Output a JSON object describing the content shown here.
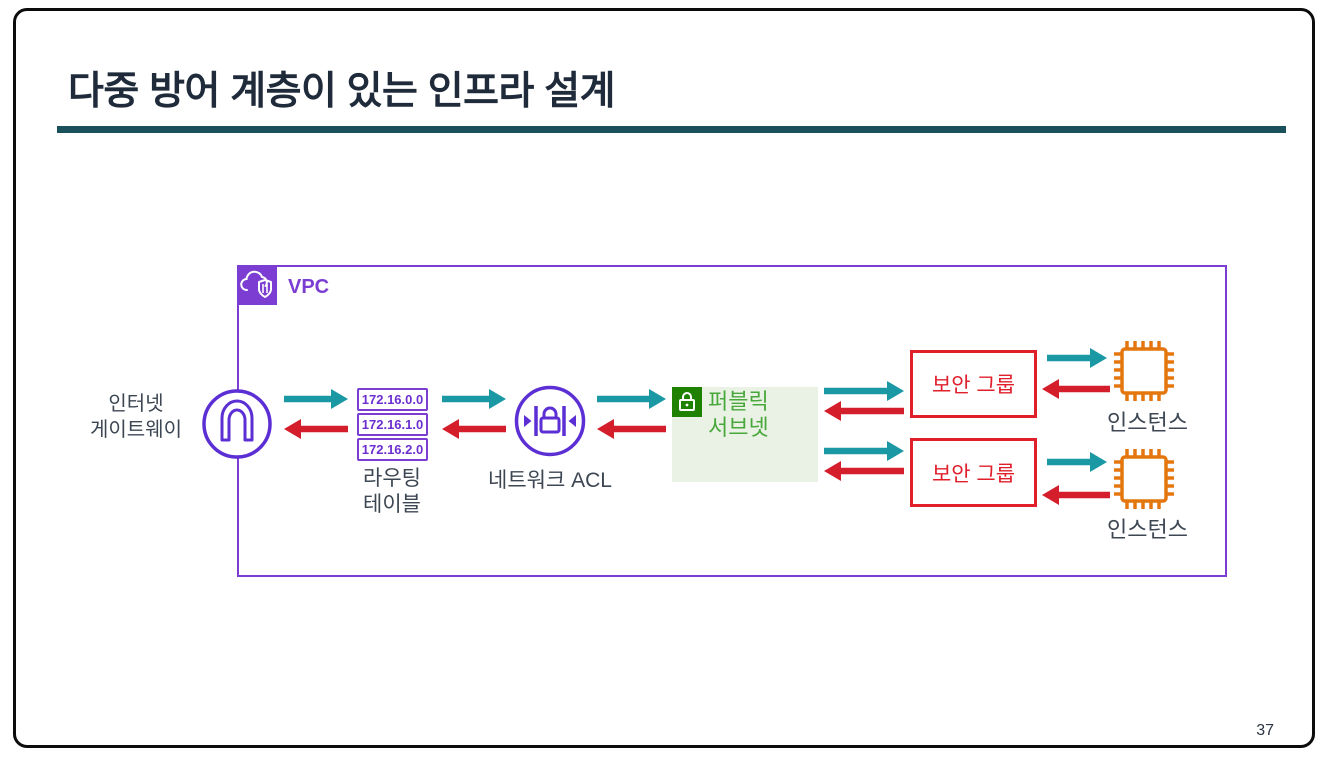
{
  "slide": {
    "title": "다중 방어 계층이 있는 인프라 설계",
    "page_number": "37"
  },
  "vpc": {
    "label": "VPC",
    "icon": "vpc-cloud-lock-icon"
  },
  "internet_gateway": {
    "label_line1": "인터넷",
    "label_line2": "게이트웨이",
    "icon": "internet-gateway-icon"
  },
  "route_table": {
    "entries": [
      "172.16.0.0",
      "172.16.1.0",
      "172.16.2.0"
    ],
    "label_line1": "라우팅",
    "label_line2": "테이블"
  },
  "network_acl": {
    "label": "네트워크 ACL",
    "icon": "network-acl-icon"
  },
  "public_subnet": {
    "label_line1": "퍼블릭",
    "label_line2": "서브넷",
    "icon": "subnet-lock-icon"
  },
  "security_group_1": {
    "label": "보안 그룹"
  },
  "security_group_2": {
    "label": "보안 그룹"
  },
  "instance_1": {
    "label": "인스턴스",
    "icon": "ec2-instance-chip-icon"
  },
  "instance_2": {
    "label": "인스턴스",
    "icon": "ec2-instance-chip-icon"
  },
  "colors": {
    "title_text": "#1f2b3a",
    "title_rule": "#1a505c",
    "vpc_purple": "#7b3dd2",
    "icon_purple": "#5b2fd4",
    "teal_arrow": "#1a98a4",
    "red_arrow": "#d41e2c",
    "security_group_red": "#e01f2b",
    "instance_orange": "#e4760f",
    "subnet_bg_green": "#e9f2e4",
    "subnet_icon_green": "#1e8102",
    "subnet_text_green": "#49a83c",
    "label_gray": "#3d4753"
  }
}
